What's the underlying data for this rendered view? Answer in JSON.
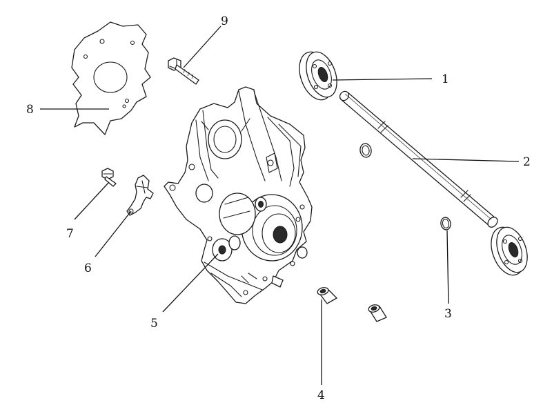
{
  "diagram": {
    "callouts": [
      {
        "id": "1",
        "label": "1"
      },
      {
        "id": "2",
        "label": "2"
      },
      {
        "id": "3",
        "label": "3"
      },
      {
        "id": "4",
        "label": "4"
      },
      {
        "id": "5",
        "label": "5"
      },
      {
        "id": "6",
        "label": "6"
      },
      {
        "id": "7",
        "label": "7"
      },
      {
        "id": "8",
        "label": "8"
      },
      {
        "id": "9",
        "label": "9"
      }
    ],
    "line_color": "#111111",
    "background": "#ffffff"
  }
}
